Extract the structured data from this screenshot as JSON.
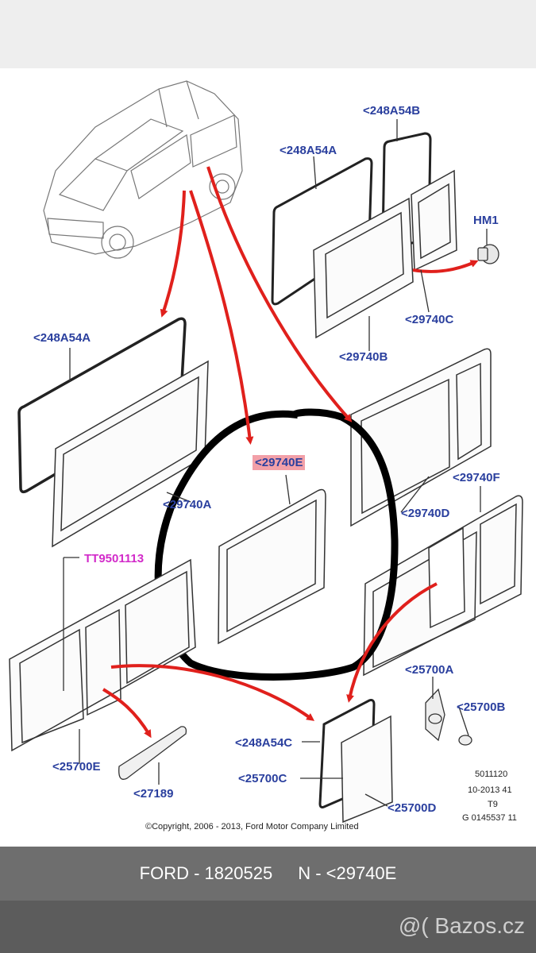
{
  "diagram": {
    "labels": {
      "l1": "<248A54B",
      "l2": "<248A54A",
      "l3": "HM1",
      "l4": "<29740C",
      "l5": "<29740B",
      "l6": "<248A54A",
      "l7": "<29740E",
      "l8": "<29740F",
      "l9": "<29740A",
      "l10": "<29740D",
      "l11": "TT9501113",
      "l12": "<25700A",
      "l13": "<25700B",
      "l14": "<248A54C",
      "l15": "<25700E",
      "l16": "<25700C",
      "l17": "<27189",
      "l18": "<25700D"
    },
    "ref_codes": [
      "5011120",
      "10-2013 41",
      "T9",
      "G 0145537 11"
    ],
    "copyright": "©Copyright, 2006 - 2013, Ford Motor Company Limited",
    "colors": {
      "label": "#2a3f9e",
      "arrow": "#e0201c",
      "highlight": "#f2a0a8",
      "special_label": "#d22ac9"
    }
  },
  "caption": {
    "left": "FORD - 1820525",
    "right": "N - <29740E"
  },
  "watermark": "@( Bazos.cz"
}
